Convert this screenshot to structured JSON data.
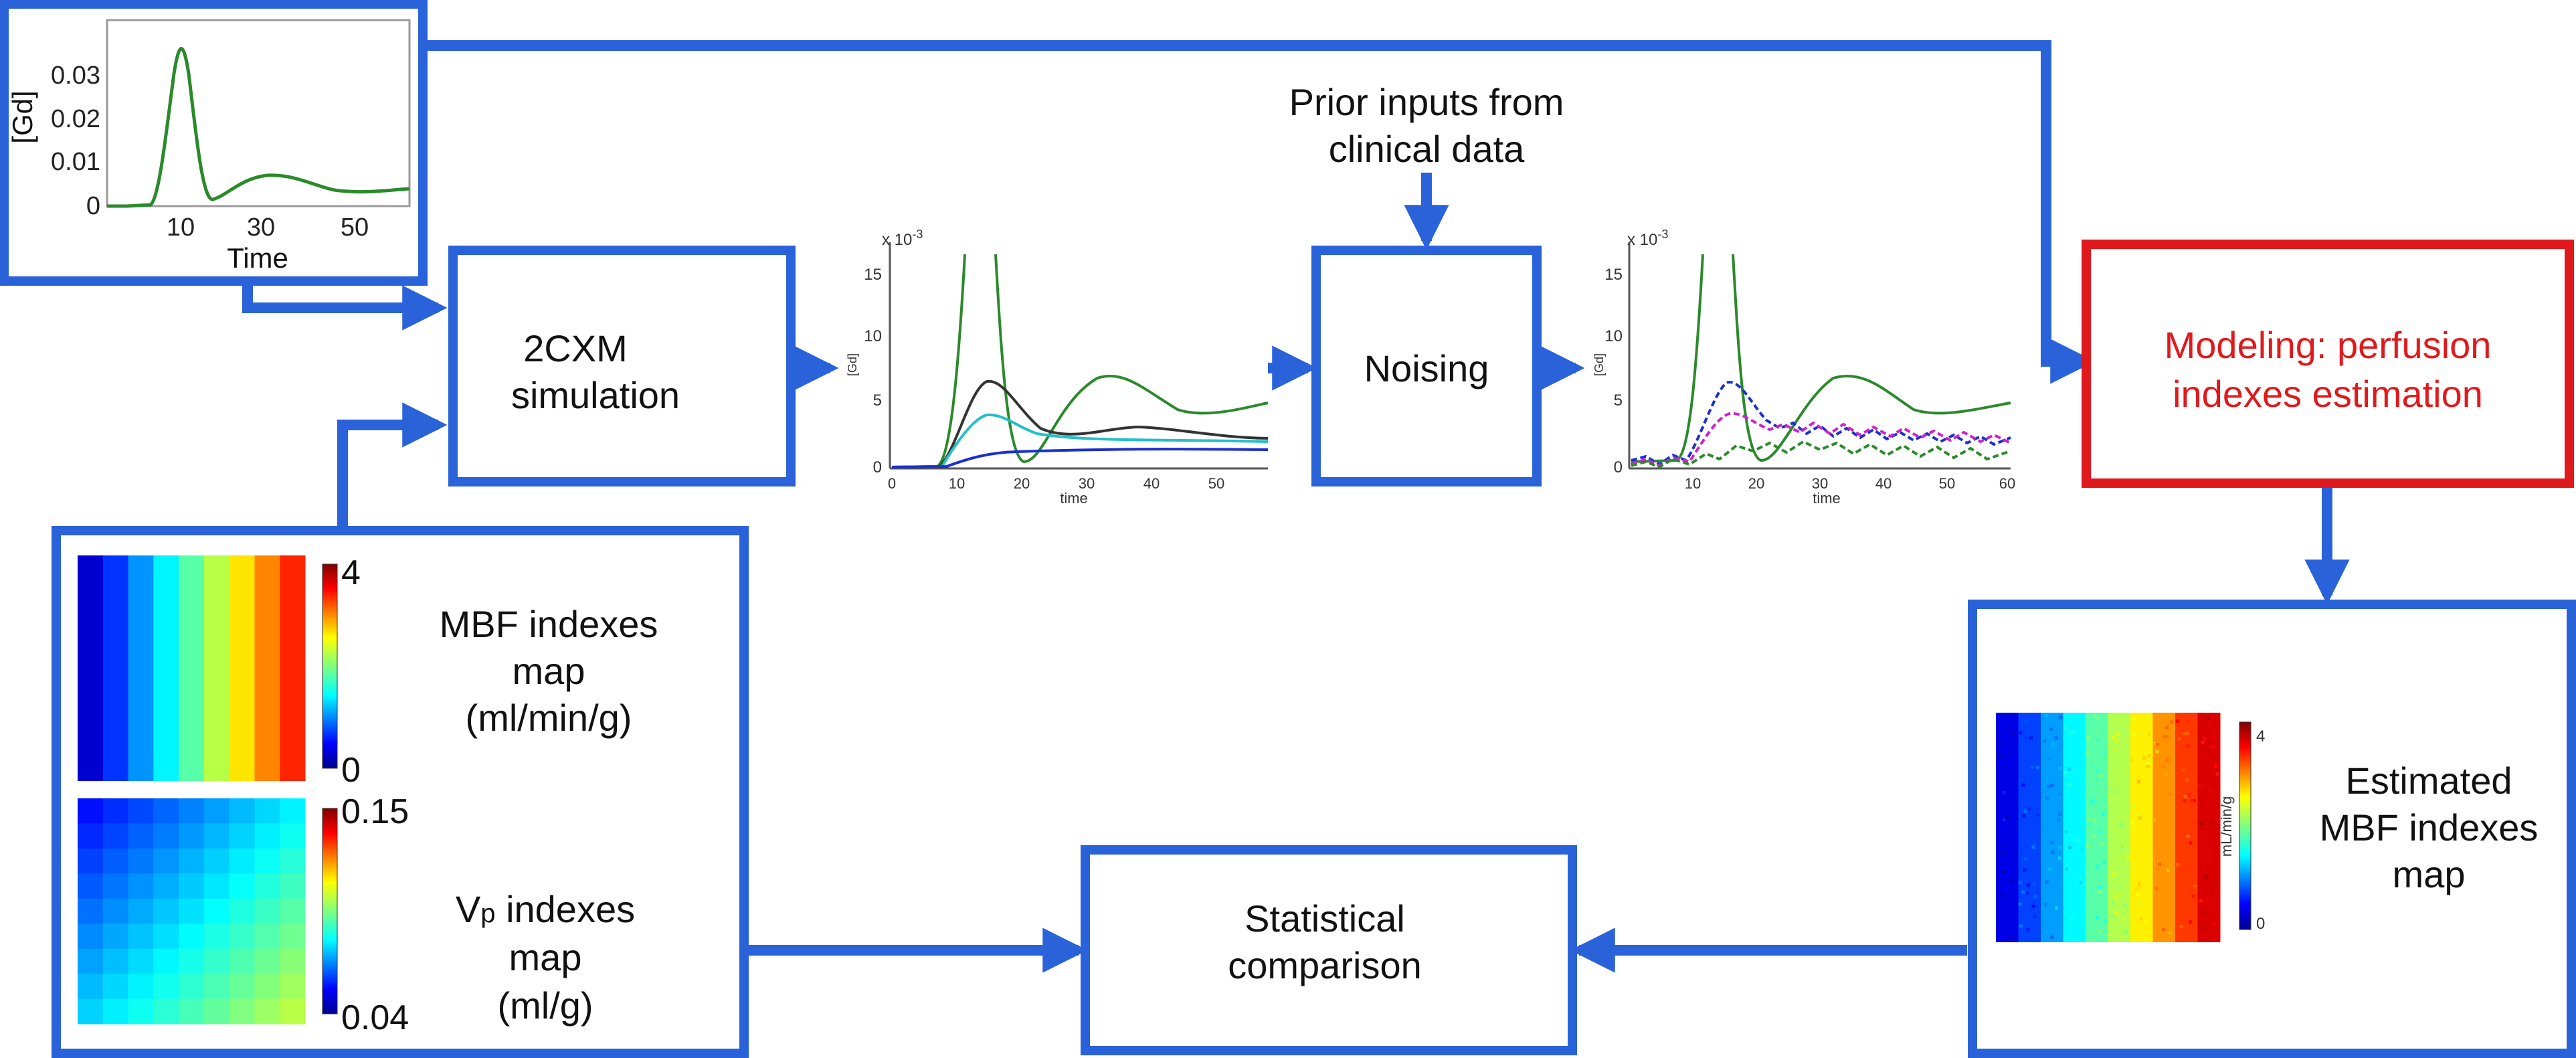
{
  "colors": {
    "box": "#2a62d9",
    "arrow": "#2a62d9",
    "highlight": "#e0191d",
    "axis": "#444444",
    "curve_green": "#2a8a2a",
    "curve_black": "#333333",
    "curve_cyan": "#22c0c8",
    "curve_blue": "#1b2fd0",
    "curve_magenta": "#d020d0"
  },
  "boxes": {
    "sim_line1": "2CXM",
    "sim_line2": "simulation",
    "noising": "Noising",
    "modeling_line1": "Modeling: perfusion",
    "modeling_line2": "indexes estimation",
    "comparison_line1": "Statistical",
    "comparison_line2": "comparison"
  },
  "prior": {
    "line1": "Prior inputs from",
    "line2": "clinical data"
  },
  "aif_plot": {
    "ylabel": "[Gd]",
    "xlabel": "Time",
    "yticks": [
      "0.03",
      "0.02",
      "0.01",
      "0"
    ],
    "xticks": [
      "10",
      "30",
      "50"
    ]
  },
  "sim_plot": {
    "exponent": "x 10",
    "exponent_power": "-3",
    "ylabel": "[Gd]",
    "xlabel": "time",
    "yticks": [
      "15",
      "10",
      "5",
      "0"
    ],
    "xticks": [
      "0",
      "10",
      "20",
      "30",
      "40",
      "50"
    ]
  },
  "noise_plot": {
    "exponent": "x 10",
    "exponent_power": "-3",
    "ylabel": "[Gd]",
    "xlabel": "time",
    "yticks": [
      "15",
      "10",
      "5",
      "0"
    ],
    "xticks": [
      "10",
      "20",
      "30",
      "40",
      "50",
      "60"
    ]
  },
  "input_maps": {
    "mbf_max": "4",
    "mbf_min": "0",
    "mbf_line1": "MBF indexes",
    "mbf_line2": "map",
    "mbf_line3": "(ml/min/g)",
    "vp_max": "0.15",
    "vp_min": "0.04",
    "vp_line1_main": "V",
    "vp_line1_sub": "p",
    "vp_line1_rest": " indexes",
    "vp_line2": "map",
    "vp_line3": "(ml/g)"
  },
  "estimated_map": {
    "cbar_max": "4",
    "cbar_min": "0",
    "cbar_label": "mL/min/g",
    "line1": "Estimated",
    "line2": "MBF indexes",
    "line3": "map"
  }
}
